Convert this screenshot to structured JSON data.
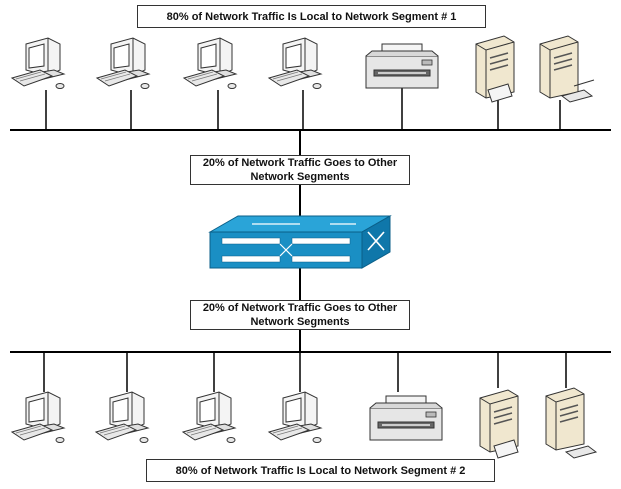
{
  "labels": {
    "segment1": "80% of Network Traffic Is Local to Network Segment # 1",
    "uplink_line1": "20% of Network Traffic Goes to Other",
    "uplink_line2": "Network Segments",
    "downlink_line1": "20% of Network Traffic Goes to Other",
    "downlink_line2": "Network Segments",
    "segment2": "80% of Network Traffic Is Local to Network Segment # 2"
  },
  "colors": {
    "switch_front": "#1a8fc4",
    "switch_top": "#2aa4d8",
    "switch_side": "#0f77aa",
    "computer_body": "#eeeeee",
    "printer_body": "#e6e6e6",
    "server_body": "#efe6cc",
    "line": "#000000"
  },
  "segment1": {
    "devices": [
      "computer-icon",
      "computer-icon",
      "computer-icon",
      "computer-icon",
      "printer-icon",
      "server-icon",
      "server-icon"
    ]
  },
  "segment2": {
    "devices": [
      "computer-icon",
      "computer-icon",
      "computer-icon",
      "computer-icon",
      "printer-icon",
      "server-icon",
      "server-icon"
    ]
  },
  "switch": {
    "icon": "switch-icon"
  }
}
